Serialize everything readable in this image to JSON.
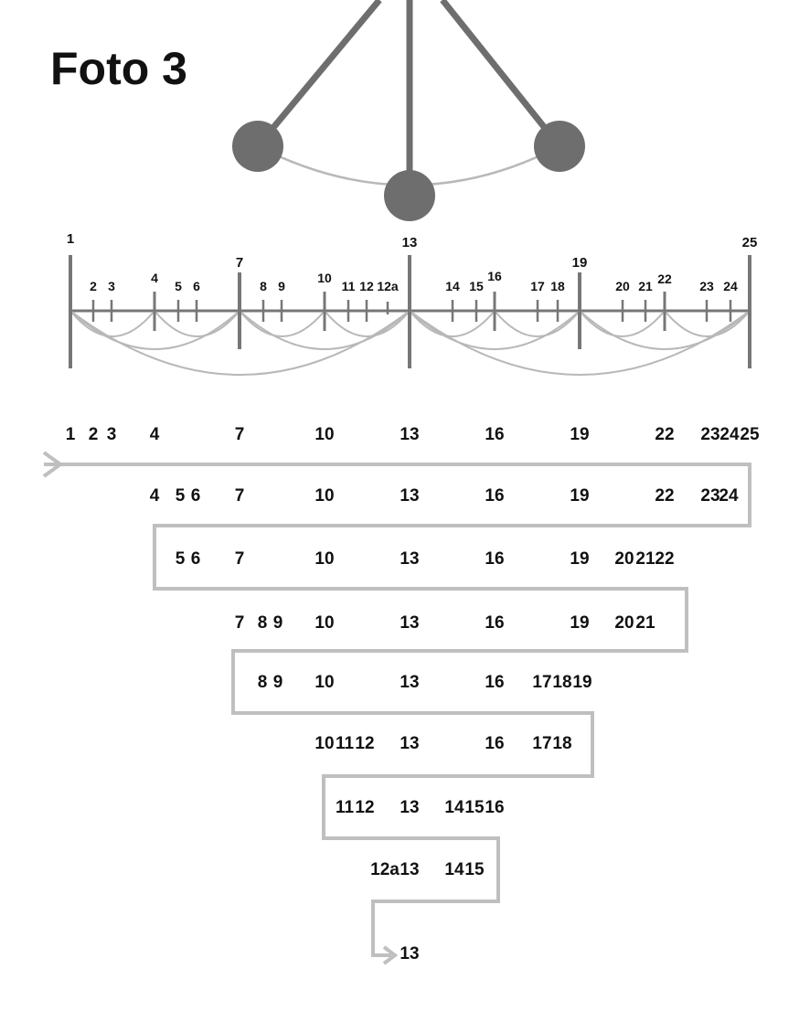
{
  "title": "Foto 3",
  "colors": {
    "ink": "#111111",
    "pendulum": "#6e6e6e",
    "scale_line": "#777777",
    "arc": "#b8b8b8",
    "path": "#bfbfbf"
  },
  "scale": {
    "marks": [
      "1",
      "2",
      "3",
      "4",
      "5",
      "6",
      "7",
      "8",
      "9",
      "10",
      "11",
      "12",
      "12a",
      "13",
      "14",
      "15",
      "16",
      "17",
      "18",
      "19",
      "20",
      "21",
      "22",
      "23",
      "24",
      "25"
    ]
  },
  "rows": [
    [
      "1",
      "2",
      "3",
      "4",
      "7",
      "10",
      "13",
      "16",
      "19",
      "22",
      "23",
      "24",
      "25"
    ],
    [
      "4",
      "5",
      "6",
      "7",
      "10",
      "13",
      "16",
      "19",
      "22",
      "23",
      "24"
    ],
    [
      "5",
      "6",
      "7",
      "10",
      "13",
      "16",
      "19",
      "20",
      "21",
      "22"
    ],
    [
      "7",
      "8",
      "9",
      "10",
      "13",
      "16",
      "19",
      "20",
      "21"
    ],
    [
      "8",
      "9",
      "10",
      "13",
      "16",
      "17",
      "18",
      "19"
    ],
    [
      "10",
      "11",
      "12",
      "13",
      "16",
      "17",
      "18"
    ],
    [
      "11",
      "12",
      "13",
      "14",
      "15",
      "16"
    ],
    [
      "12a",
      "13",
      "14",
      "15"
    ],
    [
      "13"
    ]
  ]
}
